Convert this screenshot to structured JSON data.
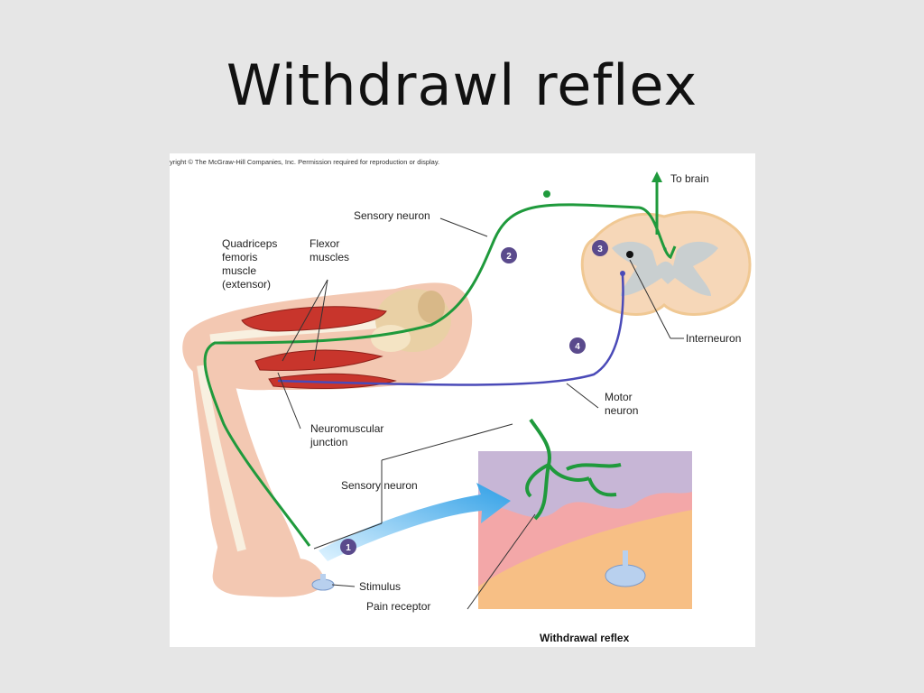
{
  "slide": {
    "title": "Withdrawl reflex"
  },
  "figure": {
    "copyright": "yright © The McGraw-Hill Companies, Inc. Permission required for reproduction or display.",
    "caption": "Withdrawal reflex",
    "labels": {
      "to_brain": "To brain",
      "sensory_neuron_top": "Sensory neuron",
      "quadriceps_1": "Quadriceps",
      "quadriceps_2": "femoris",
      "quadriceps_3": "muscle",
      "quadriceps_4": "(extensor)",
      "flexor_1": "Flexor",
      "flexor_2": "muscles",
      "interneuron": "Interneuron",
      "motor_1": "Motor",
      "motor_2": "neuron",
      "nmj_1": "Neuromuscular",
      "nmj_2": "junction",
      "sensory_neuron_bottom": "Sensory neuron",
      "stimulus": "Stimulus",
      "pain_receptor": "Pain receptor"
    },
    "steps": [
      "1",
      "2",
      "3",
      "4"
    ],
    "colors": {
      "sensory": "#1f9a3c",
      "motor": "#4a4ab8",
      "badge": "#5a4a8c",
      "muscle": "#c8352c",
      "skin": "#f3c8b2",
      "spinal_cord": "#f6d7b8",
      "grey_matter": "#c9cfd0",
      "arrow": "#3aa6e8"
    }
  }
}
